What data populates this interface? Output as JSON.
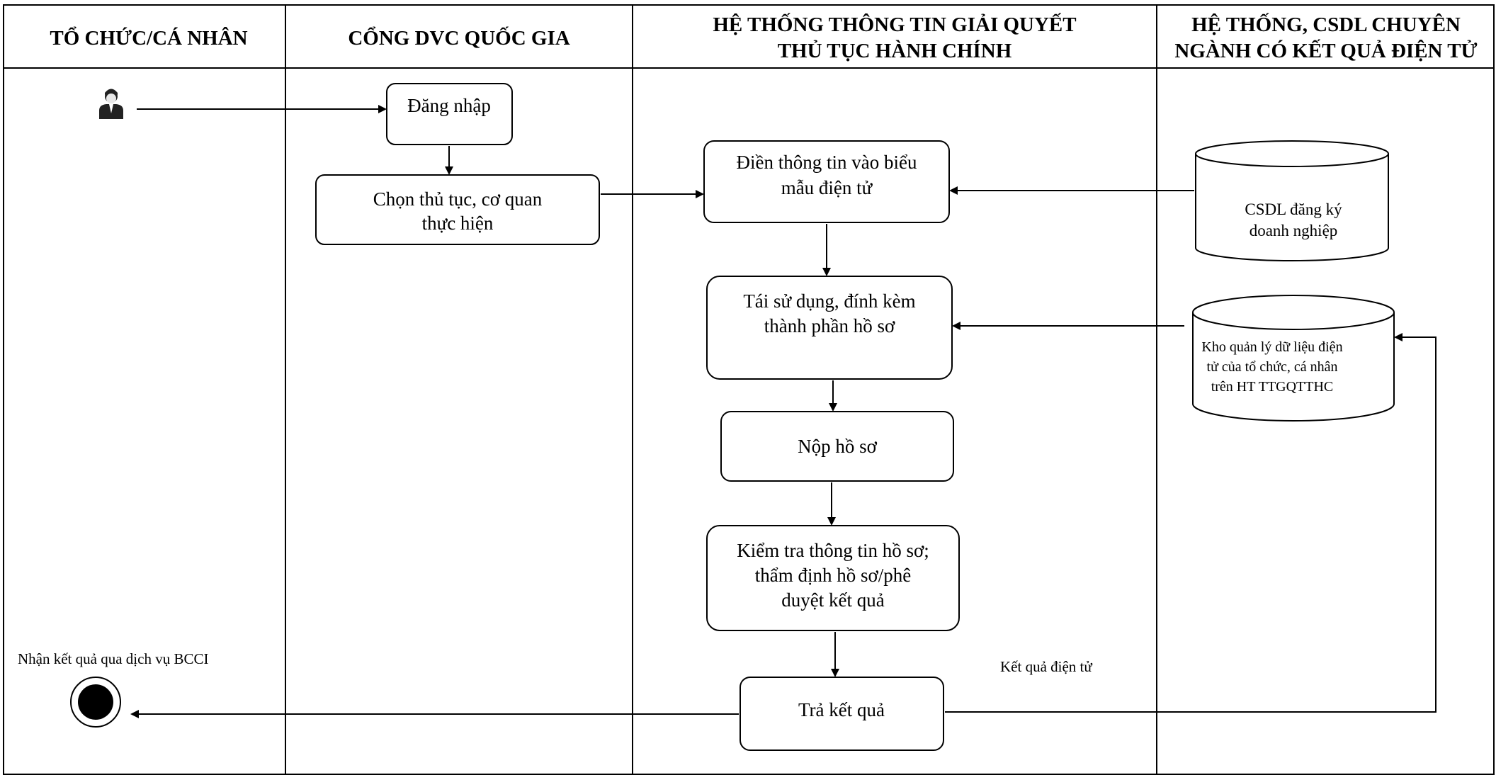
{
  "lanes": [
    {
      "title": "TỔ CHỨC/CÁ NHÂN"
    },
    {
      "title": "CỔNG DVC QUỐC GIA"
    },
    {
      "title_line1": "HỆ THỐNG THÔNG TIN GIẢI QUYẾT",
      "title_line2": "THỦ TỤC HÀNH CHÍNH"
    },
    {
      "title_line1": "HỆ THỐNG, CSDL CHUYÊN",
      "title_line2": "NGÀNH CÓ KẾT QUẢ ĐIỆN TỬ"
    }
  ],
  "steps": {
    "login": "Đăng nhập",
    "choose_line1": "Chọn thủ tục, cơ quan",
    "choose_line2": "thực hiện",
    "fill_line1": "Điền thông tin vào biểu",
    "fill_line2": "mẫu điện tử",
    "reuse_line1": "Tái sử dụng, đính kèm",
    "reuse_line2": "thành phần hồ sơ",
    "submit": "Nộp hồ sơ",
    "check_line1": "Kiểm tra thông tin hồ sơ;",
    "check_line2": "thẩm định hồ sơ/phê",
    "check_line3": "duyệt kết quả",
    "return": "Trả kết quả"
  },
  "databases": {
    "business_line1": "CSDL đăng ký",
    "business_line2": "doanh nghiệp",
    "store_line1": "Kho quản lý dữ liệu điện",
    "store_line2": "tử của tổ chức, cá nhân",
    "store_line3": "trên HT TTGQTTHC"
  },
  "notes": {
    "receive_bcci": "Nhận kết quả qua dịch vụ BCCI",
    "electronic_result": "Kết quả điện tử"
  },
  "icons": {
    "actor": "person-icon",
    "end": "end-node-icon"
  }
}
